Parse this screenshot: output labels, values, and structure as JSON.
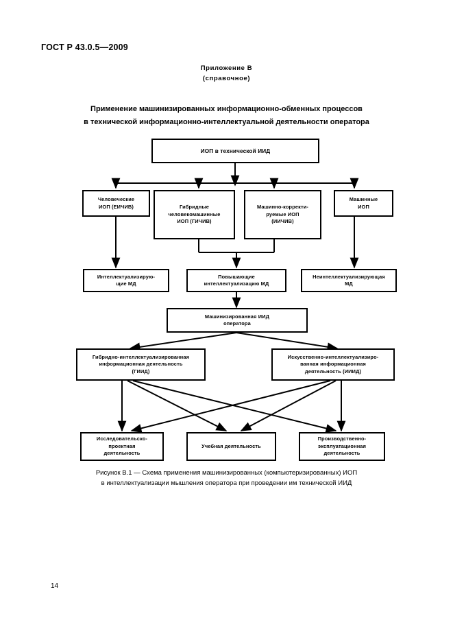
{
  "document": {
    "standard_header": "ГОСТ Р 43.0.5—2009",
    "page_number": "14",
    "appendix_line1": "Приложение В",
    "appendix_line2": "(справочное)",
    "figure_title_line1": "Применение машинизированных информационно-обменных процессов",
    "figure_title_line2": "в технической информационно-интеллектуальной деятельности оператора",
    "caption_line1": "Рисунок В.1 — Схема применения машинизированных (компьютеризированных) ИОП",
    "caption_line2": "в интеллектуализации мышления оператора при проведении им технической ИИД"
  },
  "diagram": {
    "line_color": "#000000",
    "box_border_color": "#000000",
    "box_fill_color": "#ffffff",
    "nodes": {
      "root": "ИОП в технической ИИД",
      "l2_1_line1": "Человеческие",
      "l2_1_line2": "ИОП (ЕИЧИВ)",
      "l2_2_line1": "Гибридные",
      "l2_2_line2": "человекомашинные",
      "l2_2_line3": "ИОП (ГИЧИВ)",
      "l2_3_line1": "Машинно-корректи-",
      "l2_3_line2": "руемые ИОП",
      "l2_3_line3": "(ИИЧИВ)",
      "l2_4_line1": "Машинные",
      "l2_4_line2": "ИОП",
      "l3_1_line1": "Интеллектуализирую-",
      "l3_1_line2": "щие МД",
      "l3_2_line1": "Повышающие",
      "l3_2_line2": "интеллектуализацию МД",
      "l3_3_line1": "Неинтеллектуализирующая",
      "l3_3_line2": "МД",
      "l4_line1": "Машинизированная ИИД",
      "l4_line2": "оператора",
      "l5_1_line1": "Гибридно-интеллектуализированная",
      "l5_1_line2": "информационная деятельность",
      "l5_1_line3": "(ГИИД)",
      "l5_2_line1": "Искусственно-интеллектуализиро-",
      "l5_2_line2": "ванная информационная",
      "l5_2_line3": "деятельность (ИИИД)",
      "l6_1_line1": "Исследовательско-",
      "l6_1_line2": "проектная",
      "l6_1_line3": "деятельность",
      "l6_2_line1": "Учебная деятельность",
      "l6_3_line1": "Производственно-",
      "l6_3_line2": "эксплуатационная",
      "l6_3_line3": "деятельность"
    }
  }
}
